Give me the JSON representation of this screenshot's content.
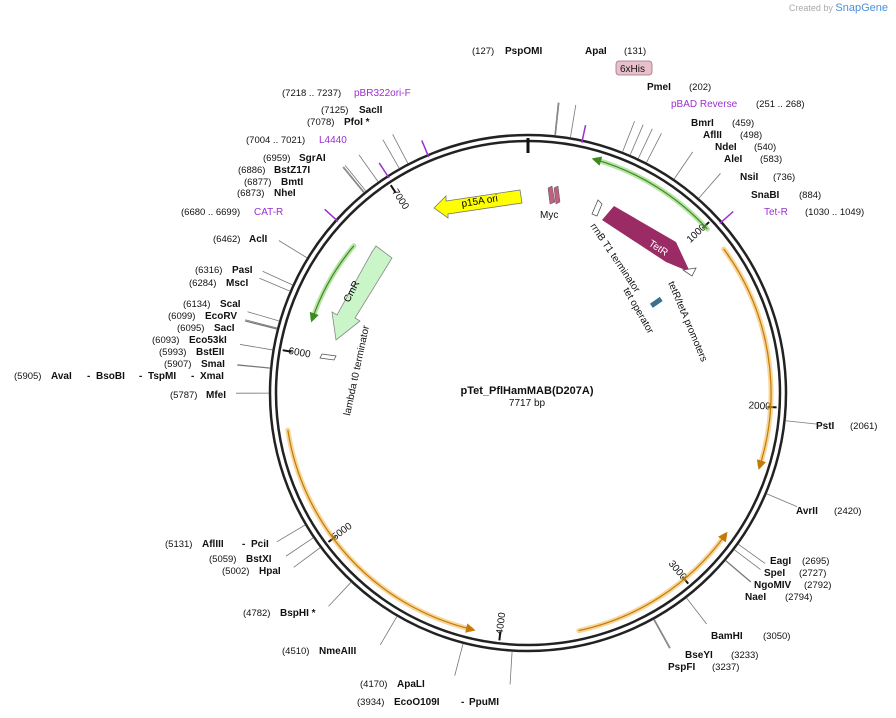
{
  "branding": {
    "created_by": "Created by",
    "app": "SnapGene"
  },
  "plasmid": {
    "name": "pTet_PflHamMAB(D207A)",
    "size": "7717 bp",
    "length": 7717
  },
  "ticks": [
    {
      "bp": 1000,
      "label": "1000"
    },
    {
      "bp": 2000,
      "label": "2000"
    },
    {
      "bp": 3000,
      "label": "3000"
    },
    {
      "bp": 4000,
      "label": "4000"
    },
    {
      "bp": 5000,
      "label": "5000"
    },
    {
      "bp": 6000,
      "label": "6000"
    },
    {
      "bp": 7000,
      "label": "7000"
    }
  ],
  "sites": [
    {
      "name": "PspOMI",
      "pos": "(127)",
      "bp": 127
    },
    {
      "name": "ApaI",
      "pos": "(131)",
      "bp": 131
    },
    {
      "name": "PmeI",
      "pos": "(202)",
      "bp": 202
    },
    {
      "name": "BmrI",
      "pos": "(459)",
      "bp": 459
    },
    {
      "name": "AflII",
      "pos": "(498)",
      "bp": 498
    },
    {
      "name": "NdeI",
      "pos": "(540)",
      "bp": 540
    },
    {
      "name": "AleI",
      "pos": "(583)",
      "bp": 583
    },
    {
      "name": "NsiI",
      "pos": "(736)",
      "bp": 736
    },
    {
      "name": "SnaBI",
      "pos": "(884)",
      "bp": 884
    },
    {
      "name": "PstI",
      "pos": "(2061)",
      "bp": 2061
    },
    {
      "name": "AvrII",
      "pos": "(2420)",
      "bp": 2420
    },
    {
      "name": "EagI",
      "pos": "(2695)",
      "bp": 2695
    },
    {
      "name": "SpeI",
      "pos": "(2727)",
      "bp": 2727
    },
    {
      "name": "NgoMIV",
      "pos": "(2792)",
      "bp": 2792
    },
    {
      "name": "NaeI",
      "pos": "(2794)",
      "bp": 2794
    },
    {
      "name": "BamHI",
      "pos": "(3050)",
      "bp": 3050
    },
    {
      "name": "BseYI",
      "pos": "(3233)",
      "bp": 3233
    },
    {
      "name": "PspFI",
      "pos": "(3237)",
      "bp": 3237
    },
    {
      "name": "EcoO109I",
      "name2": "PpuMI",
      "pos": "(3934)",
      "bp": 3934
    },
    {
      "name": "ApaLI",
      "pos": "(4170)",
      "bp": 4170
    },
    {
      "name": "NmeAIII",
      "pos": "(4510)",
      "bp": 4510
    },
    {
      "name": "BspHI *",
      "pos": "(4782)",
      "bp": 4782
    },
    {
      "name": "HpaI",
      "pos": "(5002)",
      "bp": 5002
    },
    {
      "name": "BstXI",
      "pos": "(5059)",
      "bp": 5059
    },
    {
      "name": "AflIII",
      "name2": "PciI",
      "pos": "(5131)",
      "bp": 5131
    },
    {
      "name": "MfeI",
      "pos": "(5787)",
      "bp": 5787
    },
    {
      "name": "AvaI",
      "extra": [
        "BsoBI",
        "TspMI",
        "XmaI"
      ],
      "pos": "(5905)",
      "bp": 5905
    },
    {
      "name": "SmaI",
      "pos": "(5907)",
      "bp": 5907
    },
    {
      "name": "BstEII",
      "pos": "(5993)",
      "bp": 5993
    },
    {
      "name": "Eco53kI",
      "pos": "(6093)",
      "bp": 6093
    },
    {
      "name": "SacI",
      "pos": "(6095)",
      "bp": 6095
    },
    {
      "name": "EcoRV",
      "pos": "(6099)",
      "bp": 6099
    },
    {
      "name": "ScaI",
      "pos": "(6134)",
      "bp": 6134
    },
    {
      "name": "MscI",
      "pos": "(6284)",
      "bp": 6284
    },
    {
      "name": "PasI",
      "pos": "(6316)",
      "bp": 6316
    },
    {
      "name": "AclI",
      "pos": "(6462)",
      "bp": 6462
    },
    {
      "name": "NheI",
      "pos": "(6873)",
      "bp": 6873
    },
    {
      "name": "BmtI",
      "pos": "(6877)",
      "bp": 6877
    },
    {
      "name": "BstZ17I",
      "pos": "(6886)",
      "bp": 6886
    },
    {
      "name": "SgrAI",
      "pos": "(6959)",
      "bp": 6959
    },
    {
      "name": "PfoI *",
      "pos": "(7078)",
      "bp": 7078
    },
    {
      "name": "SacII",
      "pos": "(7125)",
      "bp": 7125
    }
  ],
  "primers": [
    {
      "name": "pBAD Reverse",
      "range": "(251 .. 268)",
      "bp": 260
    },
    {
      "name": "Tet-R",
      "range": "(1030 .. 1049)",
      "bp": 1040
    },
    {
      "name": "CAT-R",
      "range": "(6680 .. 6699)",
      "bp": 6690
    },
    {
      "name": "L4440",
      "range": "(7004 .. 7021)",
      "bp": 7012
    },
    {
      "name": "pBR322ori-F",
      "range": "(7218 .. 7237)",
      "bp": 7228
    }
  ],
  "features": {
    "his_tag": "6xHis",
    "p15a_ori": "p15A ori",
    "myc": "Myc",
    "tetr": "TetR",
    "rrnb": "rrnB T1 terminator",
    "tetr_promoters": "tetR/tetA promoters",
    "tet_operator": "tet operator",
    "cmr": "CmR",
    "lambda_t0": "lambda t0 terminator"
  },
  "colors": {
    "backbone": "#222222",
    "orf_orange": "#f0b44a",
    "orf_green": "#7ccd5c",
    "tetr": "#9a2b64",
    "p15a": "#ffff00",
    "cmr": "#c9f5c9",
    "primer": "#9b30d0",
    "operator": "#3d6f8f",
    "his_tag": "#e8c0cc"
  }
}
